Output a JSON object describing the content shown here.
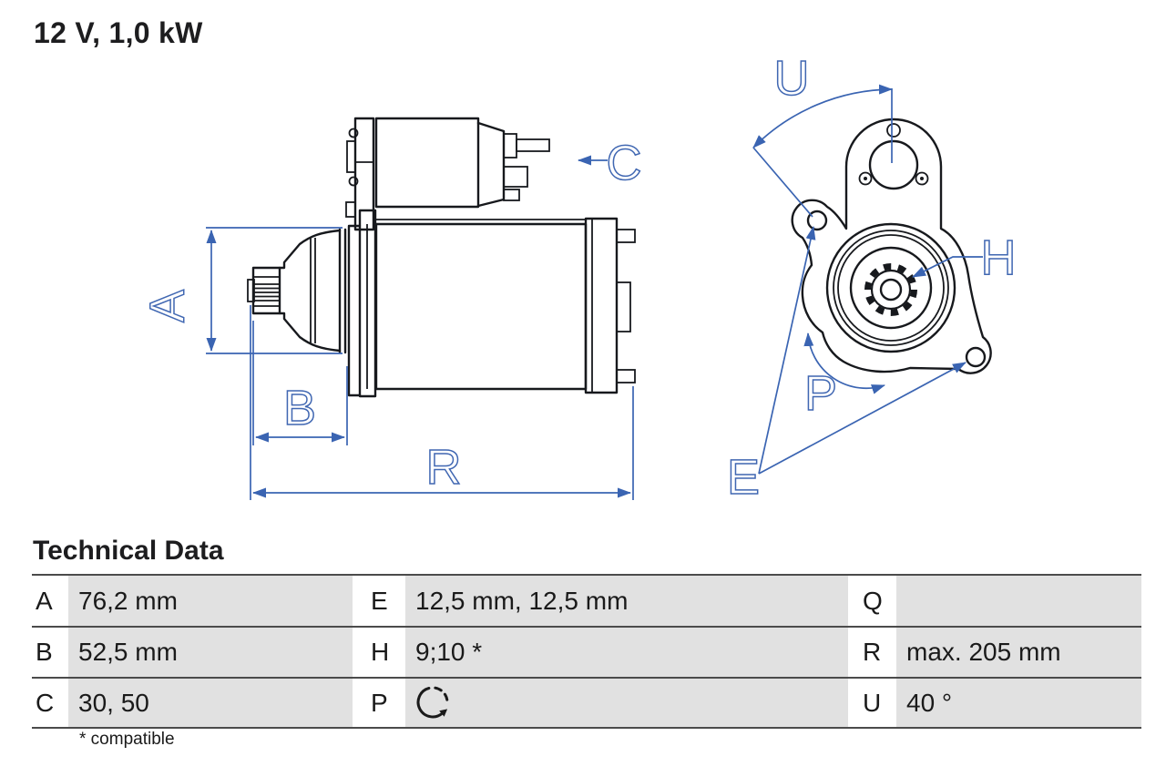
{
  "title": "12 V, 1,0 kW",
  "technical_data": {
    "heading": "Technical Data",
    "rows": [
      {
        "cells": [
          {
            "key": "A",
            "value": "76,2 mm"
          },
          {
            "key": "E",
            "value": "12,5 mm, 12,5 mm"
          },
          {
            "key": "Q",
            "value": ""
          }
        ]
      },
      {
        "cells": [
          {
            "key": "B",
            "value": "52,5 mm"
          },
          {
            "key": "H",
            "value": "9;10 *"
          },
          {
            "key": "R",
            "value": "max. 205 mm"
          }
        ]
      },
      {
        "cells": [
          {
            "key": "C",
            "value": "30, 50"
          },
          {
            "key": "P",
            "value": "",
            "value_icon": "rotation-direction-icon"
          },
          {
            "key": "U",
            "value": "40 °"
          }
        ]
      }
    ],
    "footnote": "* compatible"
  },
  "diagram": {
    "views": [
      "starter-motor-side-view",
      "starter-motor-front-view"
    ],
    "dimension_labels": {
      "A": "A",
      "B": "B",
      "C": "C",
      "R": "R",
      "U": "U",
      "H": "H",
      "P": "P",
      "E": "E"
    },
    "colors": {
      "dimension_blue": "#3a64b2",
      "line_black": "#17191d",
      "table_gray": "#e1e1e1",
      "rule_gray": "#4b4b4b"
    }
  }
}
